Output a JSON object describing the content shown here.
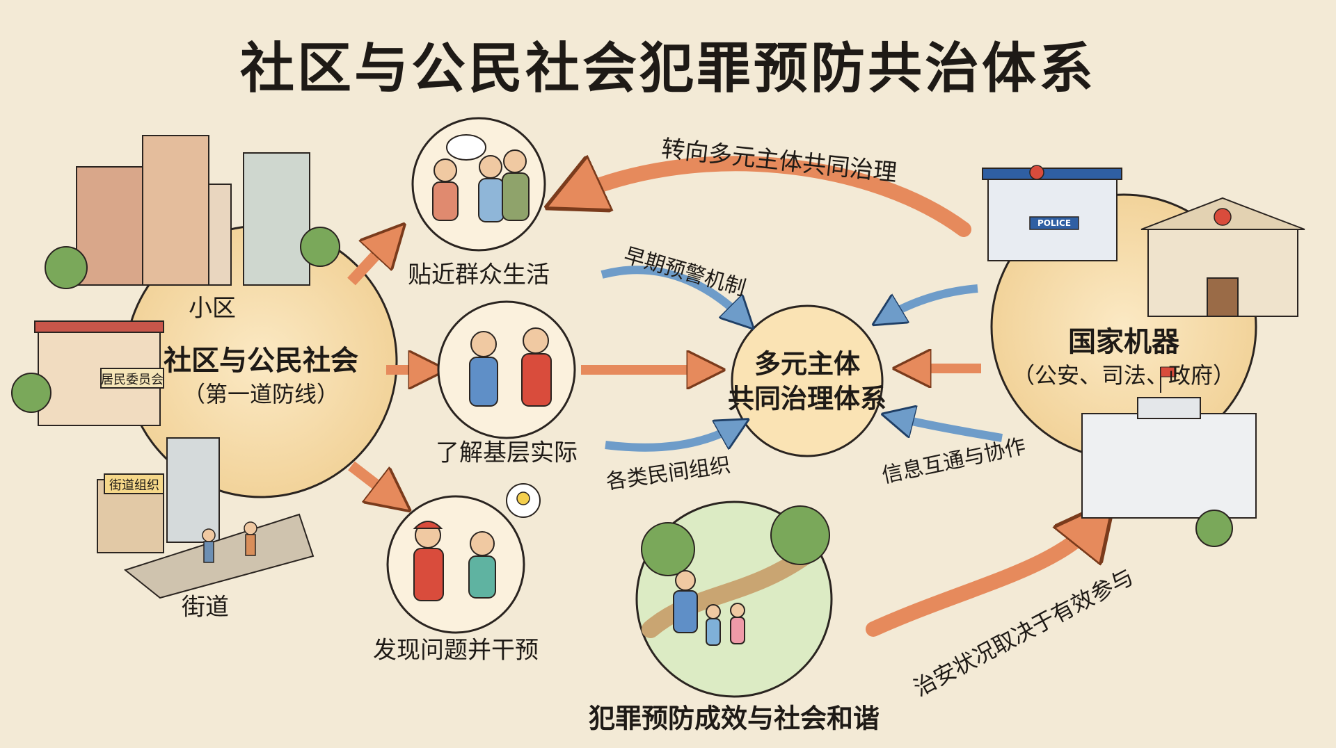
{
  "title": "社区与公民社会犯罪预防共治体系",
  "community": {
    "title": "社区与公民社会",
    "subtitle": "（第一道防线）",
    "label_xiaoqu": "小区",
    "label_jiedao": "街道",
    "sign_juwei": "居民委员会",
    "sign_jiedao": "街道组织"
  },
  "state": {
    "title": "国家机器",
    "subtitle": "（公安、司法、政府）",
    "police_sign": "POLICE"
  },
  "center": {
    "line1": "多元主体",
    "line2": "共同治理体系"
  },
  "scenes": {
    "close_to_people": "贴近群众生活",
    "understand_grassroots": "了解基层实际",
    "find_and_intervene": "发现问题并干预",
    "bottom_outcome": "犯罪预防成效与社会和谐"
  },
  "arrows": {
    "top_arc": "转向多元主体共同治理",
    "early_warning": "早期预警机制",
    "civil_orgs": "各类民间组织",
    "info_share": "信息互通与协作",
    "security_depends": "治安状况取决于有效参与"
  },
  "colors": {
    "background": "#f3ead6",
    "circle_fill": "#f6dca8",
    "orange_arrow": "#e68a5c",
    "blue_arrow": "#6e9cc9",
    "ink": "#1e1a16"
  }
}
